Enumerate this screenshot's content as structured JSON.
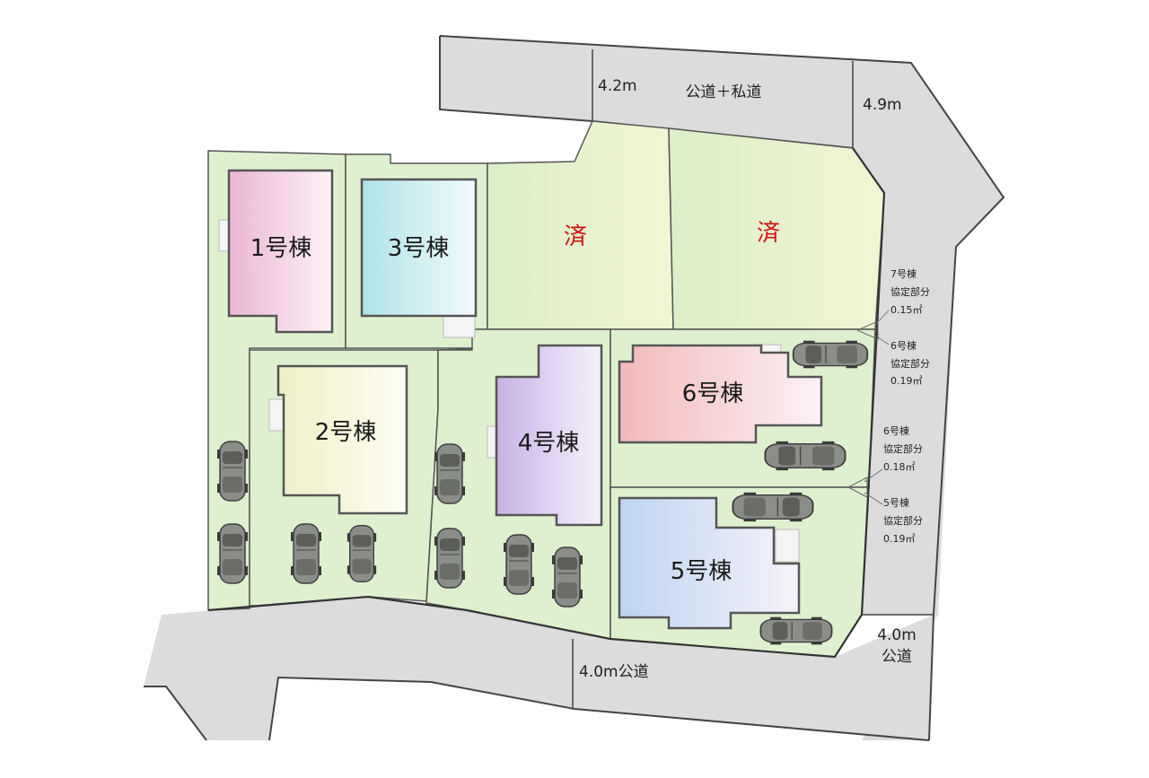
{
  "roads": {
    "north": "公道＋私道",
    "north_width_left": "4.2m",
    "north_width_right": "4.9m",
    "south": "4.0m公道",
    "east_width": "4.0m",
    "east_label": "公道"
  },
  "lots": {
    "house1": "1号棟",
    "house2": "2号棟",
    "house3": "3号棟",
    "house4": "4号棟",
    "house5": "5号棟",
    "house6": "6号棟",
    "sold_left": "済",
    "sold_right": "済"
  },
  "notes": [
    {
      "lines": [
        "7号棟",
        "協定部分",
        "0.15㎡"
      ]
    },
    {
      "lines": [
        "6号棟",
        "協定部分",
        "0.19㎡"
      ]
    },
    {
      "lines": [
        "6号棟",
        "協定部分",
        "0.18㎡"
      ]
    },
    {
      "lines": [
        "5号棟",
        "協定部分",
        "0.19㎡"
      ]
    }
  ],
  "colors": {
    "road": "#dcdcdc",
    "lot": "#dfeecc",
    "house1": "#f0c4dc",
    "house2": "#f3f3d2",
    "house3": "#bfe9ec",
    "house4": "#d5c4ec",
    "house5": "#c8dcf2",
    "house6": "#f3c7c7"
  }
}
